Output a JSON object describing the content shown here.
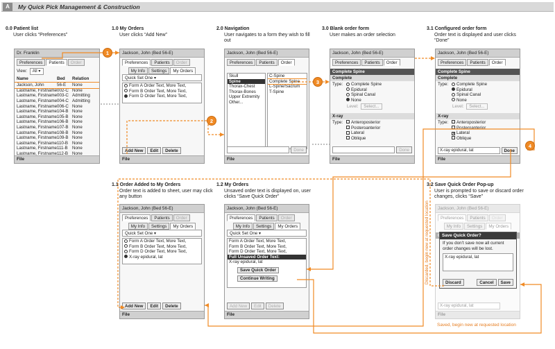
{
  "header": {
    "section": "A",
    "title": "My Quick Pick Management & Construction"
  },
  "steps": {
    "s00": {
      "title": "0.0 Patient list",
      "desc": "User clicks “Preferences”"
    },
    "s10": {
      "title": "1.0 My Orders",
      "desc": "User clicks “Add New”"
    },
    "s20": {
      "title": "2.0 Navigation",
      "desc": "User navigates to a form they wish to fill out"
    },
    "s30": {
      "title": "3.0 Blank order form",
      "desc": "User makes an order selection"
    },
    "s31": {
      "title": "3.1 Configured order form",
      "desc": "Order text is displayed and user clicks “Done”"
    },
    "s11": {
      "title": "1.1 Order Added to My Orders",
      "desc": "Order text is added to sheet, user may click any button"
    },
    "s12": {
      "title": "1.2 My Orders",
      "desc": "Unsaved order text is displayed on, user clicks “Save Quick Order”"
    },
    "s32": {
      "title": "3.2 Save Quick Order Pop-up",
      "desc": "User is prompted to save or discard order changes, clicks “Save”"
    }
  },
  "common": {
    "patient": "Jackson, John (Bed 56-E)",
    "tab_preferences": "Preferences",
    "tab_patients": "Patients",
    "tab_order": "Order",
    "tab_myinfo": "My Info",
    "tab_settings": "Settings",
    "tab_myorders": "My Orders",
    "footer": "File",
    "quick_set": "Quick Set One ▾",
    "add_new": "Add New",
    "edit": "Edit",
    "delete": "Delete",
    "done": "Done"
  },
  "patient_list": {
    "user": "Dr. Franklin",
    "view_label": "View:",
    "view_value": "All",
    "columns": [
      "Name",
      "Bed",
      "Relation"
    ],
    "rows": [
      [
        "Jackson, John",
        "56-E",
        "None"
      ],
      [
        "Lastname, Firstname",
        "002-C",
        "None"
      ],
      [
        "Lastname, Firstname",
        "003-C",
        "Admitting"
      ],
      [
        "Lastname, Firstname",
        "004-C",
        "Admitting"
      ],
      [
        "Lastname, Firstname",
        "006-C",
        "None"
      ],
      [
        "Lastname, Firstname",
        "104-B",
        "None"
      ],
      [
        "Lastname, Firstname",
        "105-B",
        "None"
      ],
      [
        "Lastname, Firstname",
        "106-B",
        "None"
      ],
      [
        "Lastname, Firstname",
        "107-B",
        "None"
      ],
      [
        "Lastname, Firstname",
        "108-B",
        "None"
      ],
      [
        "Lastname, Firstname",
        "109-B",
        "None"
      ],
      [
        "Lastname, Firstname",
        "110-B",
        "None"
      ],
      [
        "Lastname, Firstname",
        "111-B",
        "None"
      ],
      [
        "Lastname, Firstname",
        "112-B",
        "None"
      ]
    ]
  },
  "orders": {
    "a": "Form A Order Text, More Text,",
    "b": "Form B Order Text, More Text,",
    "d": "Form D Order Text, More Text,",
    "xray": "X-ray epidural, lat"
  },
  "navigation": {
    "col1": [
      "Skull",
      "Spine",
      "Thorax-Chest",
      "Thorax-Bones",
      "Upper Extremity",
      "Other..."
    ],
    "col2": [
      "C-Spine",
      "Complete Spine",
      "L-Spine/Sacrum",
      "T-Spine"
    ]
  },
  "form": {
    "header": "Complete Spine",
    "section1": "Complete",
    "type_label": "Type:",
    "type_options": [
      "Complete Spine",
      "Epidural",
      "Spinal Canal",
      "None"
    ],
    "level_label": "Level:",
    "level_value": "Select...",
    "section2": "X-ray",
    "xray_options": [
      "Anteroposterior",
      "Posteroanterior",
      "Lateral",
      "Oblique"
    ]
  },
  "unsaved": {
    "title": "Full Unsaved Order Text:",
    "text": "X-ray epidural, lat",
    "save": "Save Quick Order",
    "continue": "Continue Writing"
  },
  "popup": {
    "title": "Save Quick Order?",
    "message": "If you don’t save now all current order changes will be lost.",
    "text": "X-ray epidural, lat",
    "discard": "Discard",
    "cancel": "Cancel",
    "save": "Save"
  },
  "notes": {
    "discarded": "Discarded, begin new at requested location",
    "saved": "Saved, begin new at requested location"
  },
  "badges": [
    "1",
    "2",
    "3",
    "4"
  ],
  "colors": {
    "accent": "#f08a24",
    "panel": "#f7f7f7",
    "header": "#d0d0d0"
  }
}
